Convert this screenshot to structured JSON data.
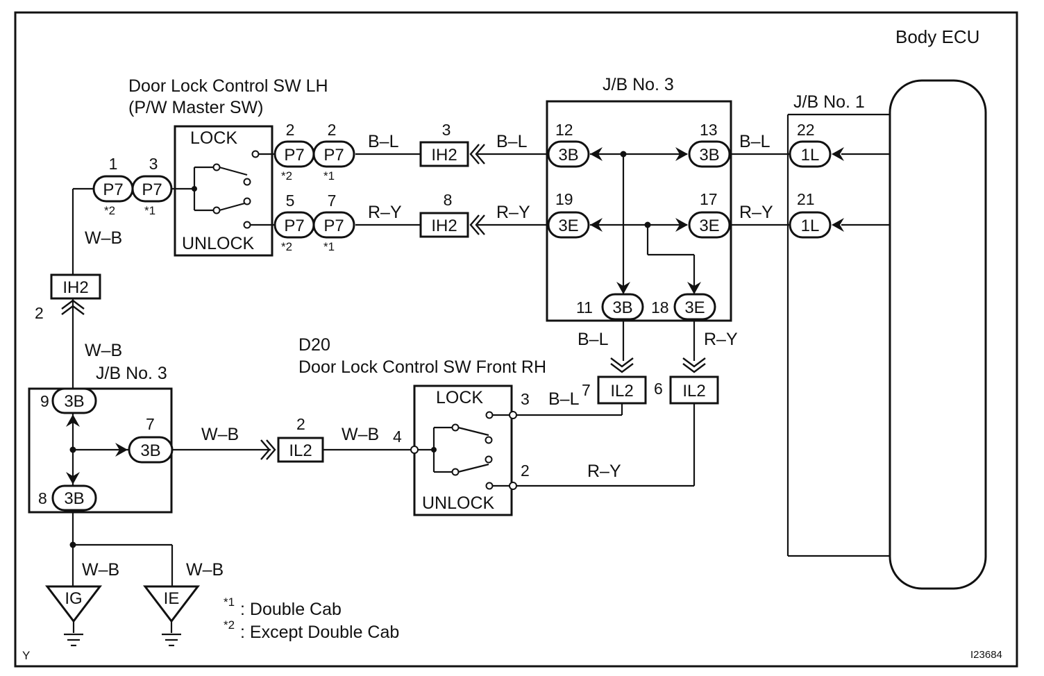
{
  "frame": {
    "title": "Body ECU",
    "corner_left": "Y",
    "corner_right": "I23684"
  },
  "components": {
    "door_lock_lh": {
      "line1": "Door Lock Control SW LH",
      "line2": "(P/W Master SW)",
      "lock": "LOCK",
      "unlock": "UNLOCK"
    },
    "door_lock_rh": {
      "code": "D20",
      "name": "Door Lock Control SW Front RH",
      "lock": "LOCK",
      "unlock": "UNLOCK"
    },
    "jb3_top": {
      "label": "J/B No. 3"
    },
    "jb3_bottom": {
      "label": "J/B No. 3"
    },
    "jb1": {
      "label": "J/B No. 1"
    }
  },
  "connectors": {
    "p7": "P7",
    "ih2": "IH2",
    "il2": "IL2",
    "c3b": "3B",
    "c3e": "3E",
    "c1l": "1L",
    "ig": "IG",
    "ie": "IE"
  },
  "pins": {
    "p7_a": "1",
    "p7_b": "3",
    "p7_lock_a": "2",
    "p7_lock_b": "2",
    "p7_unlock_a": "5",
    "p7_unlock_b": "7",
    "ih2_lock": "3",
    "ih2_unlock": "8",
    "ih2_left": "2",
    "jb3_12": "12",
    "jb3_13": "13",
    "jb3_19": "19",
    "jb3_17": "17",
    "jb3_11": "11",
    "jb3_18": "18",
    "jb1_22": "22",
    "jb1_21": "21",
    "il2_7": "7",
    "il2_6": "6",
    "il2_2": "2",
    "jb3b_9": "9",
    "jb3b_7": "7",
    "jb3b_8": "8",
    "rh_3": "3",
    "rh_4": "4",
    "rh_2": "2"
  },
  "notes": {
    "star1": "*1",
    "star2": "*2",
    "note1_mark": "*1",
    "note1_text": ": Double Cab",
    "note2_mark": "*2",
    "note2_text": ": Except Double Cab"
  },
  "wires": {
    "bl": "B–L",
    "ry": "R–Y",
    "wb": "W–B"
  }
}
